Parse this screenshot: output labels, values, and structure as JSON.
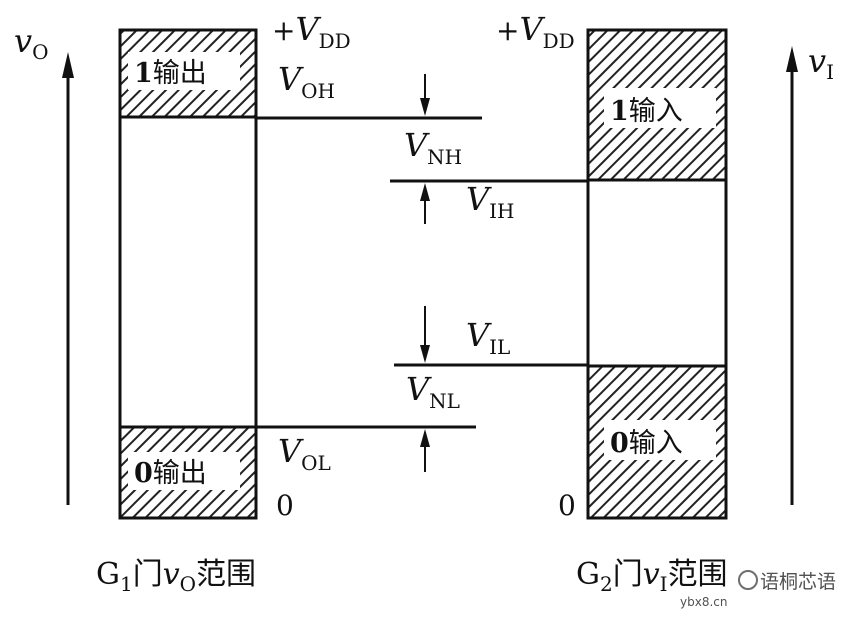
{
  "left_axis": {
    "symbol": "v",
    "subscript": "O"
  },
  "right_axis": {
    "symbol": "v",
    "subscript": "I"
  },
  "left_top_rail": {
    "prefix": "+",
    "symbol": "V",
    "subscript": "DD"
  },
  "right_top_rail": {
    "prefix": "+",
    "symbol": "V",
    "subscript": "DD"
  },
  "left_zero": "0",
  "right_zero": "0",
  "gate1_boxes": {
    "high": {
      "digit": "1",
      "text": "输出"
    },
    "low": {
      "digit": "0",
      "text": "输出"
    }
  },
  "gate2_boxes": {
    "high": {
      "digit": "1",
      "text": "输入"
    },
    "low": {
      "digit": "0",
      "text": "输入"
    }
  },
  "levels": {
    "voh": {
      "symbol": "V",
      "subscript": "OH"
    },
    "vol": {
      "symbol": "V",
      "subscript": "OL"
    },
    "vih": {
      "symbol": "V",
      "subscript": "IH"
    },
    "vil": {
      "symbol": "V",
      "subscript": "IL"
    },
    "vnh": {
      "symbol": "V",
      "subscript": "NH"
    },
    "vnl": {
      "symbol": "V",
      "subscript": "NL"
    }
  },
  "captions": {
    "left": {
      "g": "G",
      "g_sub": "1",
      "gate": "门",
      "v": "v",
      "v_sub": "O",
      "range": "范围"
    },
    "right": {
      "g": "G",
      "g_sub": "2",
      "gate": "门",
      "v": "v",
      "v_sub": "I",
      "range": "范围"
    }
  },
  "watermark": {
    "brand": "语桐芯语",
    "site": "ybx8.cn"
  },
  "colors": {
    "ink": "#111111",
    "hatch": "#222222",
    "background": "#ffffff"
  }
}
